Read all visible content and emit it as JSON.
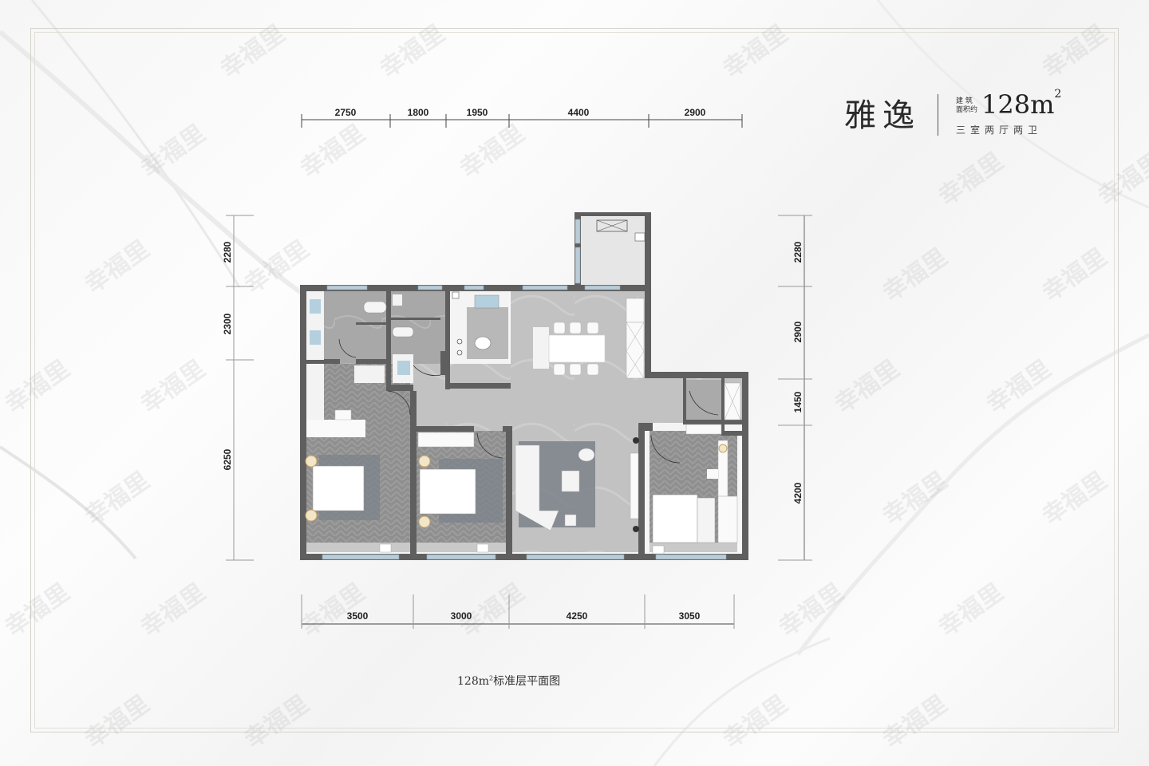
{
  "title": {
    "name": "雅逸",
    "area_label_line1": "建 筑",
    "area_label_line2": "面积约",
    "area_value": "128m",
    "area_unit_sup": "2",
    "layout_type": "三室两厅两卫"
  },
  "caption": {
    "prefix": "128m",
    "sup": "2",
    "suffix": "标准层平面图"
  },
  "watermark": {
    "text": "幸福里",
    "icon": "house-icon"
  },
  "dimensions": {
    "top": [
      "2750",
      "1800",
      "1950",
      "4400",
      "2900"
    ],
    "bottom": [
      "3500",
      "3000",
      "4250",
      "3050"
    ],
    "left": [
      "2280",
      "2300",
      "6250"
    ],
    "right": [
      "2280",
      "2900",
      "1450",
      "4200"
    ]
  },
  "rooms": [
    {
      "name": "master-bathroom",
      "type": "bathroom"
    },
    {
      "name": "guest-bathroom",
      "type": "bathroom"
    },
    {
      "name": "kitchen",
      "type": "kitchen"
    },
    {
      "name": "dining-room",
      "type": "dining"
    },
    {
      "name": "balcony",
      "type": "balcony"
    },
    {
      "name": "bedroom-1",
      "type": "bedroom"
    },
    {
      "name": "bedroom-2",
      "type": "bedroom"
    },
    {
      "name": "living-room",
      "type": "living"
    },
    {
      "name": "bedroom-3",
      "type": "bedroom"
    },
    {
      "name": "entrance",
      "type": "foyer"
    }
  ],
  "colors": {
    "wall": "#5f5f5f",
    "floor_stone": "#a9a9a9",
    "floor_light": "#c3c3c3",
    "floor_wood": "#8e8e8e",
    "window": "#b9ccd8",
    "text": "#222222"
  }
}
